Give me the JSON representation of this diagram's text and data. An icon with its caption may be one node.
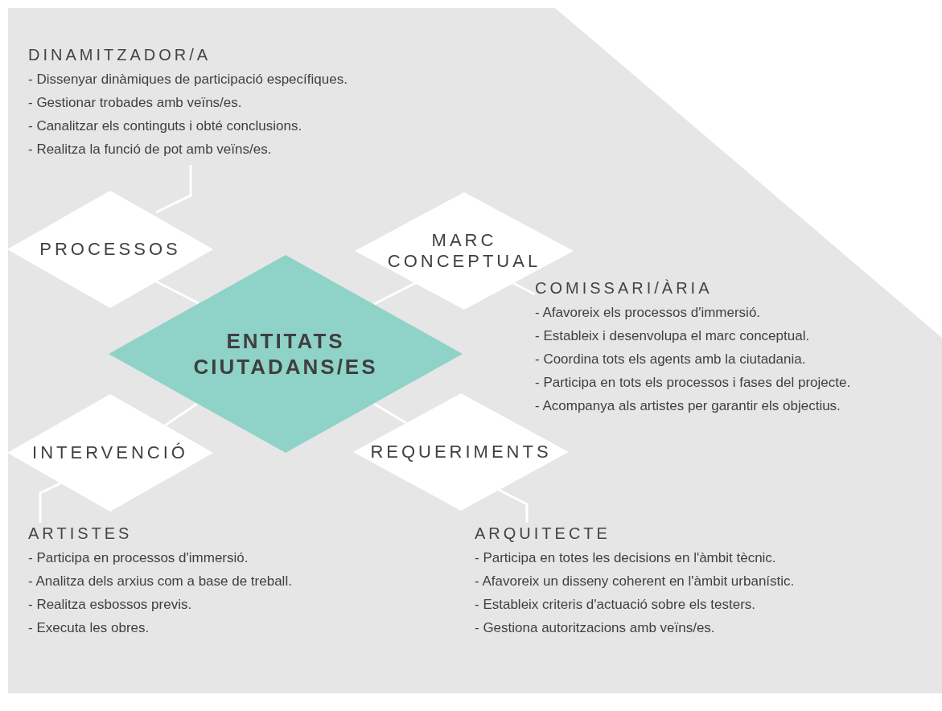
{
  "diagram": {
    "nodes": [
      {
        "text": [
          "DINAMITZADOR/A",
          "- Dissenyar dinàmiques de participació específiques.",
          "- Gestionar trobades amb veïns/es.",
          "- Canalitzar els continguts i obté conclusions.",
          "- Realitza la funció de pot amb veïns/es."
        ]
      },
      {
        "text": [
          "PROCESSOS"
        ]
      },
      {
        "text": [
          "MARC CONCEPTUAL"
        ]
      },
      {
        "text": [
          "COMISSARI/ÀRIA",
          "- Afavoreix els processos d'immersió.",
          "- Estableix i desenvolupa el marc conceptual.",
          "- Coordina tots els agents amb la ciutadania.",
          "- Participa en tots els processos i fases del projecte.",
          "- Acompanya als artistes per garantir els objectius."
        ]
      },
      {
        "text": [
          "ENTITATS CIUTADANS/ES"
        ]
      },
      {
        "text": [
          "INTERVENCIÓ"
        ]
      },
      {
        "text": [
          "REQUERIMENTS"
        ]
      },
      {
        "text": [
          "ARTISTES",
          "- Participa en processos d'immersió.",
          "- Analitza dels arxius com a base de treball.",
          "- Realitza esbossos previs.",
          "- Executa les obres."
        ]
      },
      {
        "text": [
          "ARQUITECTE",
          "- Participa en totes les decisions en l'àmbit tècnic.",
          "- Afavoreix un disseny coherent en l'àmbit urbanístic.",
          "- Estableix criteris d'actuació sobre els testers.",
          "- Gestiona autoritzacions amb veïns/es."
        ]
      }
    ],
    "edges": [
      {
        "from": 1,
        "to": 0,
        "arrow": "none"
      },
      {
        "from": 1,
        "to": 4,
        "arrow": "none"
      },
      {
        "from": 2,
        "to": 4,
        "arrow": "none"
      },
      {
        "from": 2,
        "to": 3,
        "arrow": "none"
      },
      {
        "from": 4,
        "to": 5,
        "arrow": "none"
      },
      {
        "from": 4,
        "to": 6,
        "arrow": "none"
      },
      {
        "from": 5,
        "to": 7,
        "arrow": "none"
      },
      {
        "from": 6,
        "to": 8,
        "arrow": "none"
      }
    ]
  }
}
